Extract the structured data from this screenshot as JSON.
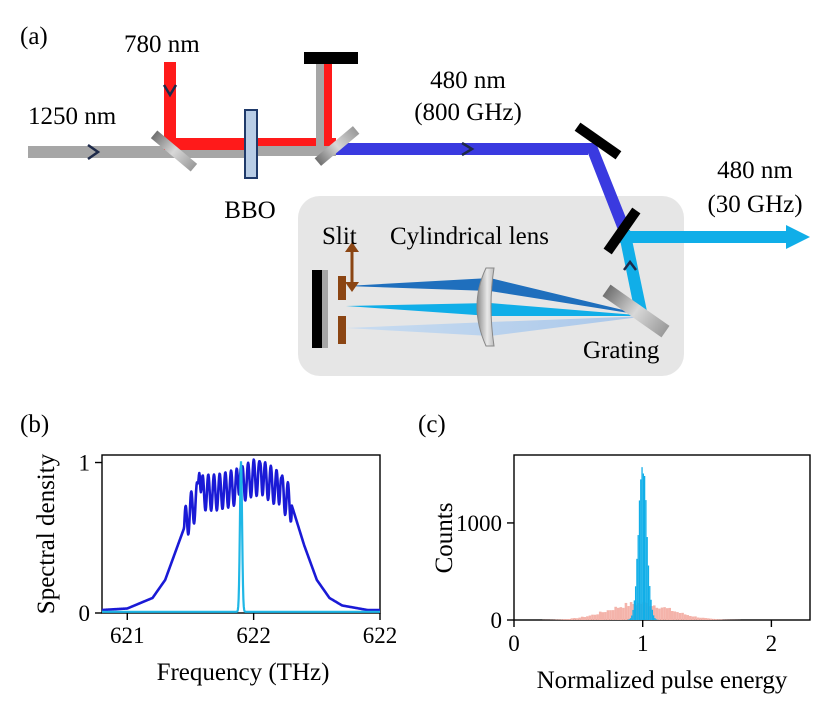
{
  "panel_a": {
    "panel_label": "(a)",
    "label_780": "780 nm",
    "label_1250": "1250 nm",
    "label_480_broad_line1": "480 nm",
    "label_480_broad_line2": "(800 GHz)",
    "label_480_narrow_line1": "480 nm",
    "label_480_narrow_line2": "(30 GHz)",
    "label_bbo": "BBO",
    "label_slit": "Slit",
    "label_lens": "Cylindrical lens",
    "label_grating": "Grating",
    "colors": {
      "ir_1250": "#a6a6a6",
      "red_780": "#ff1a1a",
      "blue_broad": "#3a3ae0",
      "blue_narrow": "#10aee8",
      "box_fill": "#e6e6e6",
      "slit_brown": "#8b4513"
    }
  },
  "chart_data": [
    {
      "panel_label": "(b)",
      "type": "line",
      "xlabel": "Frequency (THz)",
      "ylabel": "Spectral density",
      "xlim": [
        620.8,
        623.0
      ],
      "ylim": [
        0,
        1.05
      ],
      "xticks": [
        621,
        622,
        623
      ],
      "xtick_labels": [
        "621",
        "622",
        "622"
      ],
      "yticks": [
        0,
        1
      ],
      "ytick_labels": [
        "0",
        "1"
      ],
      "grid": false,
      "series": [
        {
          "color": "#1a1ad6",
          "envelope_x": [
            620.8,
            621.0,
            621.2,
            621.3,
            621.4,
            621.5,
            621.6,
            621.7,
            621.8,
            621.9,
            622.0,
            622.1,
            622.2,
            622.3,
            622.4,
            622.5,
            622.6,
            622.7,
            622.9,
            623.0
          ],
          "envelope_y": [
            0.02,
            0.03,
            0.1,
            0.22,
            0.45,
            0.68,
            0.8,
            0.8,
            0.82,
            0.85,
            0.9,
            0.88,
            0.82,
            0.72,
            0.45,
            0.22,
            0.1,
            0.05,
            0.02,
            0.02
          ],
          "peak_values": [
            [
              621.57,
              0.93
            ],
            [
              621.9,
              0.97
            ],
            [
              622.05,
              1.0
            ],
            [
              622.22,
              0.9
            ]
          ]
        },
        {
          "color": "#1fb7e6",
          "center": 621.9,
          "peak": 1.0,
          "width": 0.012
        }
      ]
    },
    {
      "panel_label": "(c)",
      "type": "bar",
      "xlabel": "Normalized pulse energy",
      "ylabel": "Counts",
      "xlim": [
        0,
        2.3
      ],
      "ylim": [
        0,
        1700
      ],
      "xticks": [
        0,
        1,
        2
      ],
      "yticks": [
        0,
        1000
      ],
      "grid": false,
      "series": [
        {
          "color": "#f4b3aa",
          "center": 0.98,
          "sigma": 0.24,
          "peak": 170
        },
        {
          "color": "#10aee8",
          "center": 1.0,
          "sigma": 0.032,
          "peak": 1600
        }
      ]
    }
  ]
}
